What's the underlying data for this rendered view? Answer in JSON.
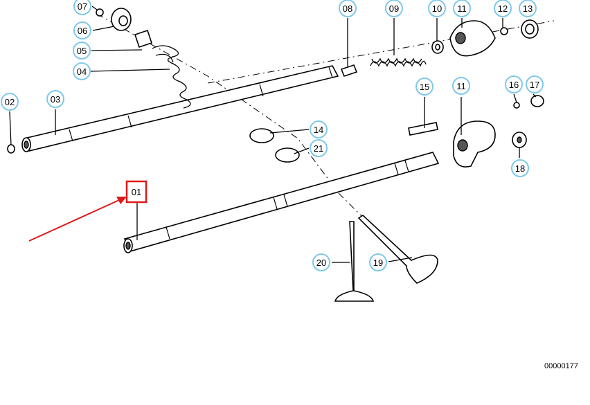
{
  "diagram": {
    "callouts": [
      "01",
      "02",
      "03",
      "04",
      "05",
      "06",
      "07",
      "08",
      "09",
      "10",
      "11",
      "11",
      "12",
      "13",
      "14",
      "15",
      "16",
      "17",
      "18",
      "19",
      "20",
      "21"
    ],
    "highlighted_callout": "01",
    "arrow_color": "#e01818",
    "callout_border_color": "#7fc8ec",
    "highlight_color": "#e01818",
    "code": "00000177"
  }
}
